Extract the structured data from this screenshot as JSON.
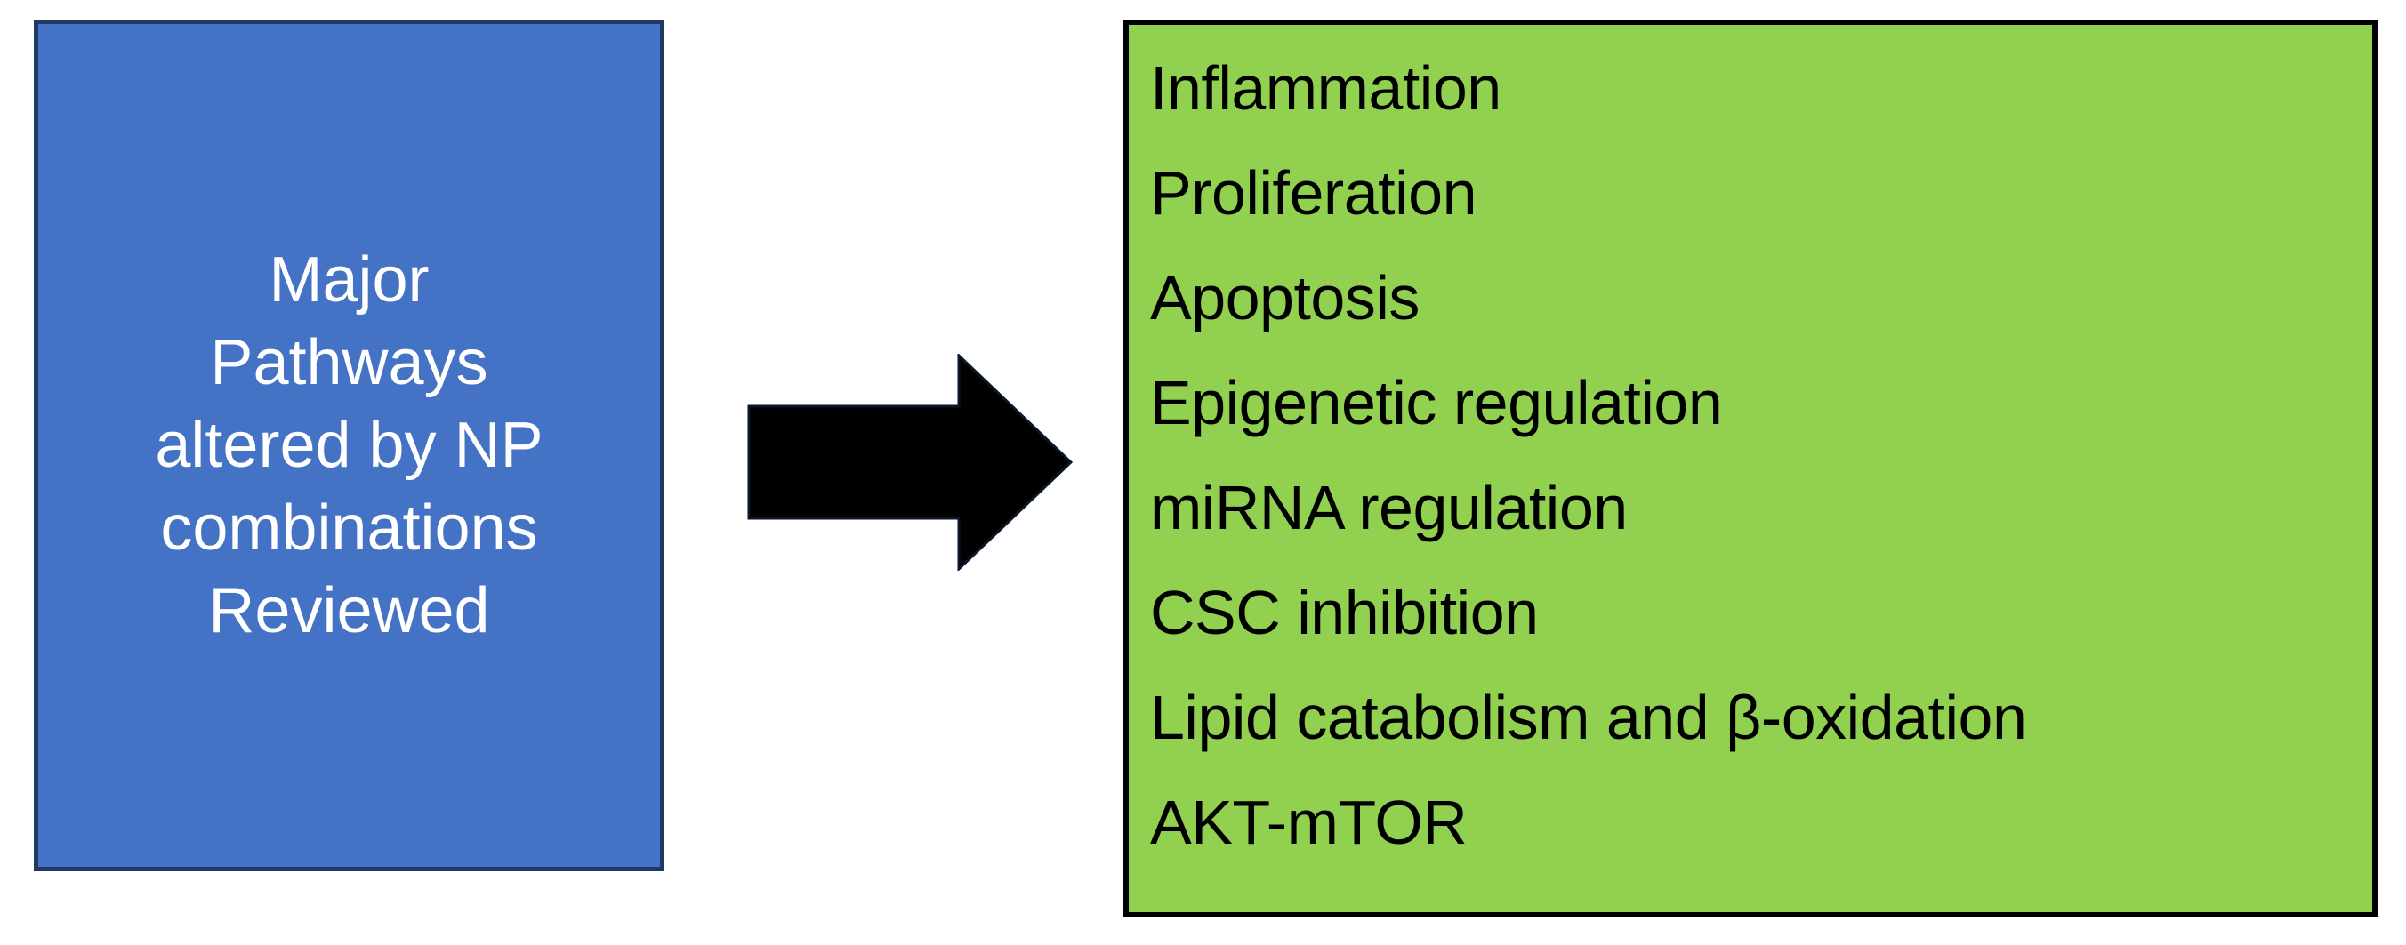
{
  "figure": {
    "type": "flow-diagram",
    "direction": "left-to-right",
    "background_color": "#FFFFFF"
  },
  "source": {
    "label": "Major\nPathways\naltered by NP\ncombinations\nReviewed",
    "lines": [
      "Major",
      "Pathways",
      "altered by NP",
      "combinations",
      "Reviewed"
    ],
    "fill_color": "#4472C4",
    "border_color": "#1F3864",
    "text_color": "#FFFFFF"
  },
  "connector": {
    "icon": "right-block-arrow-icon",
    "color": "#000000"
  },
  "target": {
    "fill_color": "#92D050",
    "border_color": "#000000",
    "text_color": "#000000",
    "items": [
      {
        "label": "Inflammation"
      },
      {
        "label": "Proliferation"
      },
      {
        "label": "Apoptosis"
      },
      {
        "label": "Epigenetic regulation"
      },
      {
        "label": "miRNA regulation"
      },
      {
        "label": "CSC inhibition"
      },
      {
        "label": "Lipid catabolism and β-oxidation"
      },
      {
        "label": "AKT-mTOR"
      }
    ]
  }
}
